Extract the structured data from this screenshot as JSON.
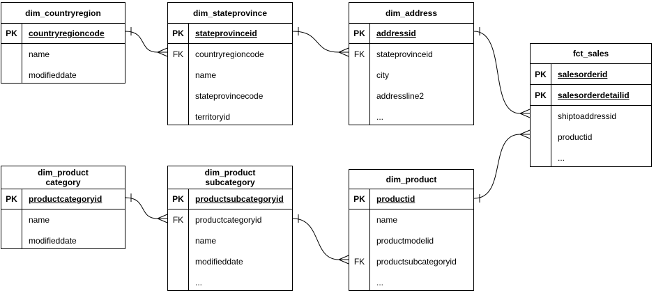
{
  "diagram_type": "entity-relationship",
  "tables": [
    {
      "name": "dim_countryregion",
      "rows": [
        {
          "key": "PK",
          "label": "countryregioncode"
        },
        {
          "key": "",
          "label": "name"
        },
        {
          "key": "",
          "label": "modifieddate"
        }
      ]
    },
    {
      "name": "dim_stateprovince",
      "rows": [
        {
          "key": "PK",
          "label": "stateprovinceid"
        },
        {
          "key": "FK",
          "label": "countryregioncode"
        },
        {
          "key": "",
          "label": "name"
        },
        {
          "key": "",
          "label": "stateprovincecode"
        },
        {
          "key": "",
          "label": "territoryid"
        }
      ]
    },
    {
      "name": "dim_address",
      "rows": [
        {
          "key": "PK",
          "label": "addressid"
        },
        {
          "key": "FK",
          "label": "stateprovinceid"
        },
        {
          "key": "",
          "label": "city"
        },
        {
          "key": "",
          "label": "addressline2"
        },
        {
          "key": "",
          "label": "..."
        }
      ]
    },
    {
      "name": "fct_sales",
      "rows": [
        {
          "key": "PK",
          "label": "salesorderid"
        },
        {
          "key": "PK",
          "label": "salesorderdetailid"
        },
        {
          "key": "",
          "label": "shiptoaddressid"
        },
        {
          "key": "",
          "label": "productid"
        },
        {
          "key": "",
          "label": "..."
        }
      ]
    },
    {
      "name": "dim_product\ncategory",
      "rows": [
        {
          "key": "PK",
          "label": "productcategoryid"
        },
        {
          "key": "",
          "label": "name"
        },
        {
          "key": "",
          "label": "modifieddate"
        }
      ]
    },
    {
      "name": "dim_product\nsubcategory",
      "rows": [
        {
          "key": "PK",
          "label": "productsubcategoryid"
        },
        {
          "key": "FK",
          "label": "productcategoryid"
        },
        {
          "key": "",
          "label": "name"
        },
        {
          "key": "",
          "label": "modifieddate"
        },
        {
          "key": "",
          "label": "..."
        }
      ]
    },
    {
      "name": "dim_product",
      "rows": [
        {
          "key": "PK",
          "label": "productid"
        },
        {
          "key": "",
          "label": "name"
        },
        {
          "key": "",
          "label": "productmodelid"
        },
        {
          "key": "FK",
          "label": "productsubcategoryid"
        },
        {
          "key": "",
          "label": "..."
        }
      ]
    }
  ],
  "relationships": [
    {
      "from": "dim_countryregion.countryregioncode",
      "to": "dim_stateprovince.countryregioncode",
      "cardinality": "one-to-many"
    },
    {
      "from": "dim_stateprovince.stateprovinceid",
      "to": "dim_address.stateprovinceid",
      "cardinality": "one-to-many"
    },
    {
      "from": "dim_address.addressid",
      "to": "fct_sales.shiptoaddressid",
      "cardinality": "one-to-many"
    },
    {
      "from": "dim_product.productid",
      "to": "fct_sales.productid",
      "cardinality": "one-to-many"
    },
    {
      "from": "dim_productcategory.productcategoryid",
      "to": "dim_productsubcategory.productcategoryid",
      "cardinality": "one-to-many"
    },
    {
      "from": "dim_productsubcategory.productsubcategoryid",
      "to": "dim_product.productsubcategoryid",
      "cardinality": "one-to-many"
    }
  ],
  "colors": {
    "line": "#000000",
    "background": "#ffffff",
    "text": "#000000"
  }
}
